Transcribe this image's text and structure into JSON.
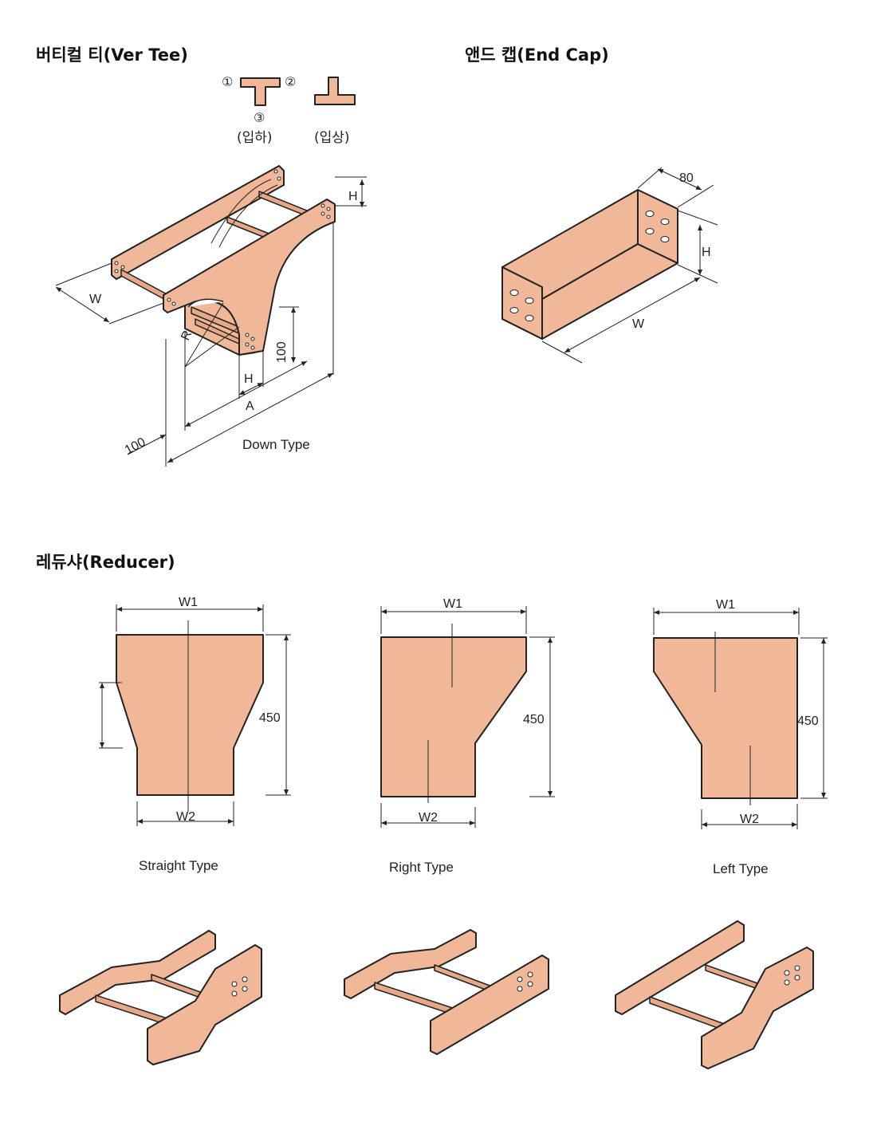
{
  "sections": {
    "ver_tee": {
      "title": "버티컬 티(Ver Tee)",
      "port_labels": [
        "①",
        "②",
        "③"
      ],
      "down_label": "(입하)",
      "up_label": "(입상)",
      "dims": {
        "W": "W",
        "H": "H",
        "R": "R",
        "H2": "H",
        "A": "A",
        "d100a": "100",
        "d100b": "100"
      },
      "type_label": "Down Type"
    },
    "end_cap": {
      "title": "앤드 캡(End Cap)",
      "dims": {
        "d80": "80",
        "H": "H",
        "W": "W"
      }
    },
    "reducer": {
      "title": "레듀샤(Reducer)",
      "types": [
        {
          "w1": "W1",
          "w2": "W2",
          "length": "450",
          "label": "Straight Type"
        },
        {
          "w1": "W1",
          "w2": "W2",
          "length": "450",
          "label": "Right Type"
        },
        {
          "w1": "W1",
          "w2": "W2",
          "length": "450",
          "label": "Left Type"
        }
      ]
    }
  },
  "colors": {
    "body": "#f0b898",
    "outline": "#222222"
  }
}
